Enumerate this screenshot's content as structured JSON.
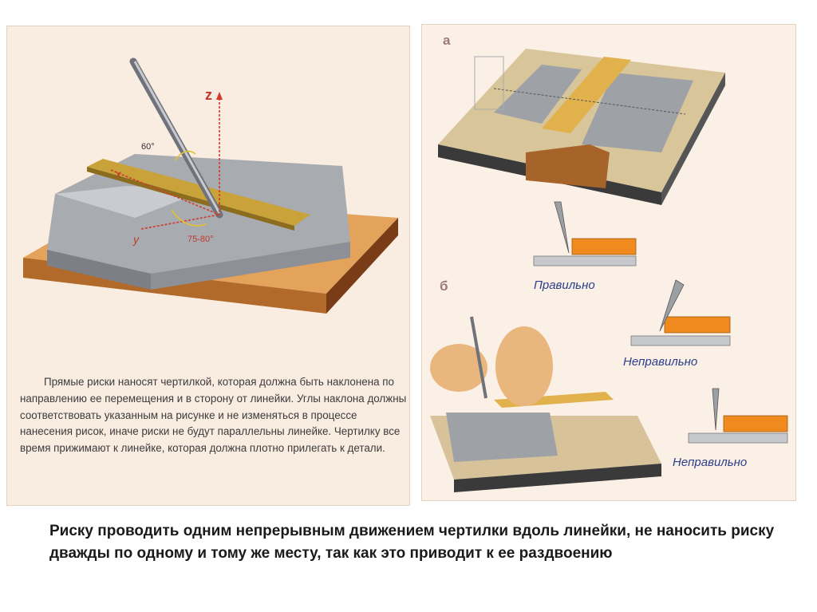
{
  "left_panel": {
    "description": "Прямые риски наносят чертилкой, которая должна быть наклонена по направлению ее перемещения и в сторону от линейки. Углы наклона должны соответствовать указанным на рисунке и не изменяться в процессе нанесения рисок, иначе риски не будут параллельны линейке. Чертилку все время прижимают к линейке, которая должна плотно прилегать к детали.",
    "axis_z": "z",
    "axis_x": "x",
    "axis_y": "y",
    "angle_top": "60°",
    "angle_bottom": "75-80°"
  },
  "right_panel": {
    "label_a": "а",
    "label_b": "б",
    "label_correct": "Правильно",
    "label_wrong_1": "Неправильно",
    "label_wrong_2": "Неправильно"
  },
  "caption": "Риску проводить одним непрерывным движением чертилки вдоль линейки, не наносить риску дважды по одному и тому же месту, так как это приводит к ее раздвоению"
}
